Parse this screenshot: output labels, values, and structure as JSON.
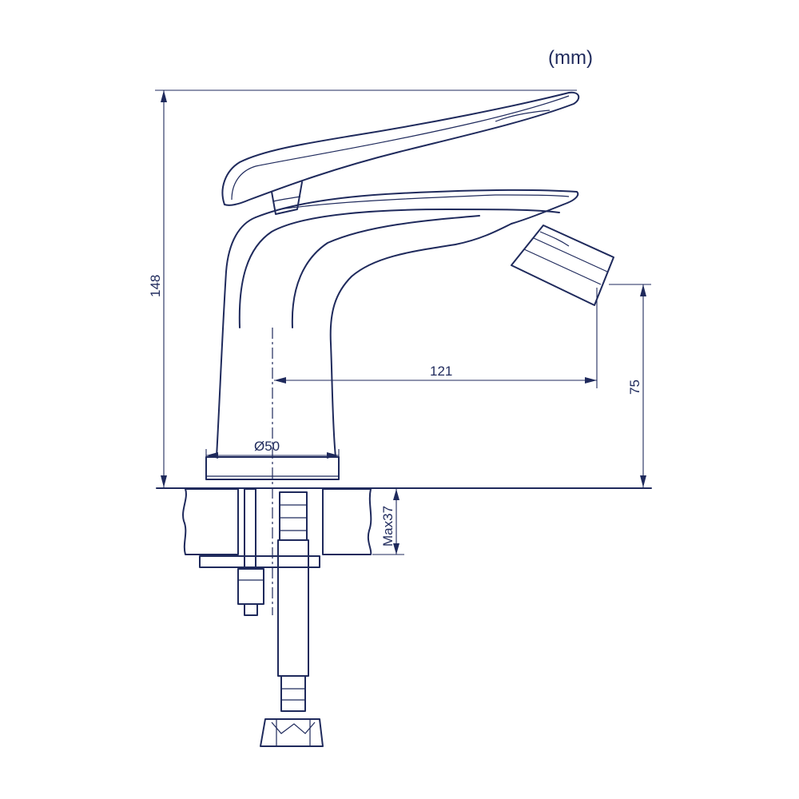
{
  "units_label": "(mm)",
  "dimensions": {
    "total_height": "148",
    "spout_reach": "121",
    "outlet_height": "75",
    "base_diameter": "Ø50",
    "max_counter_thickness": "Max37"
  },
  "colors": {
    "line": "#1f2a5c",
    "background": "#ffffff",
    "stone_speckle": "#1f2a5c"
  }
}
